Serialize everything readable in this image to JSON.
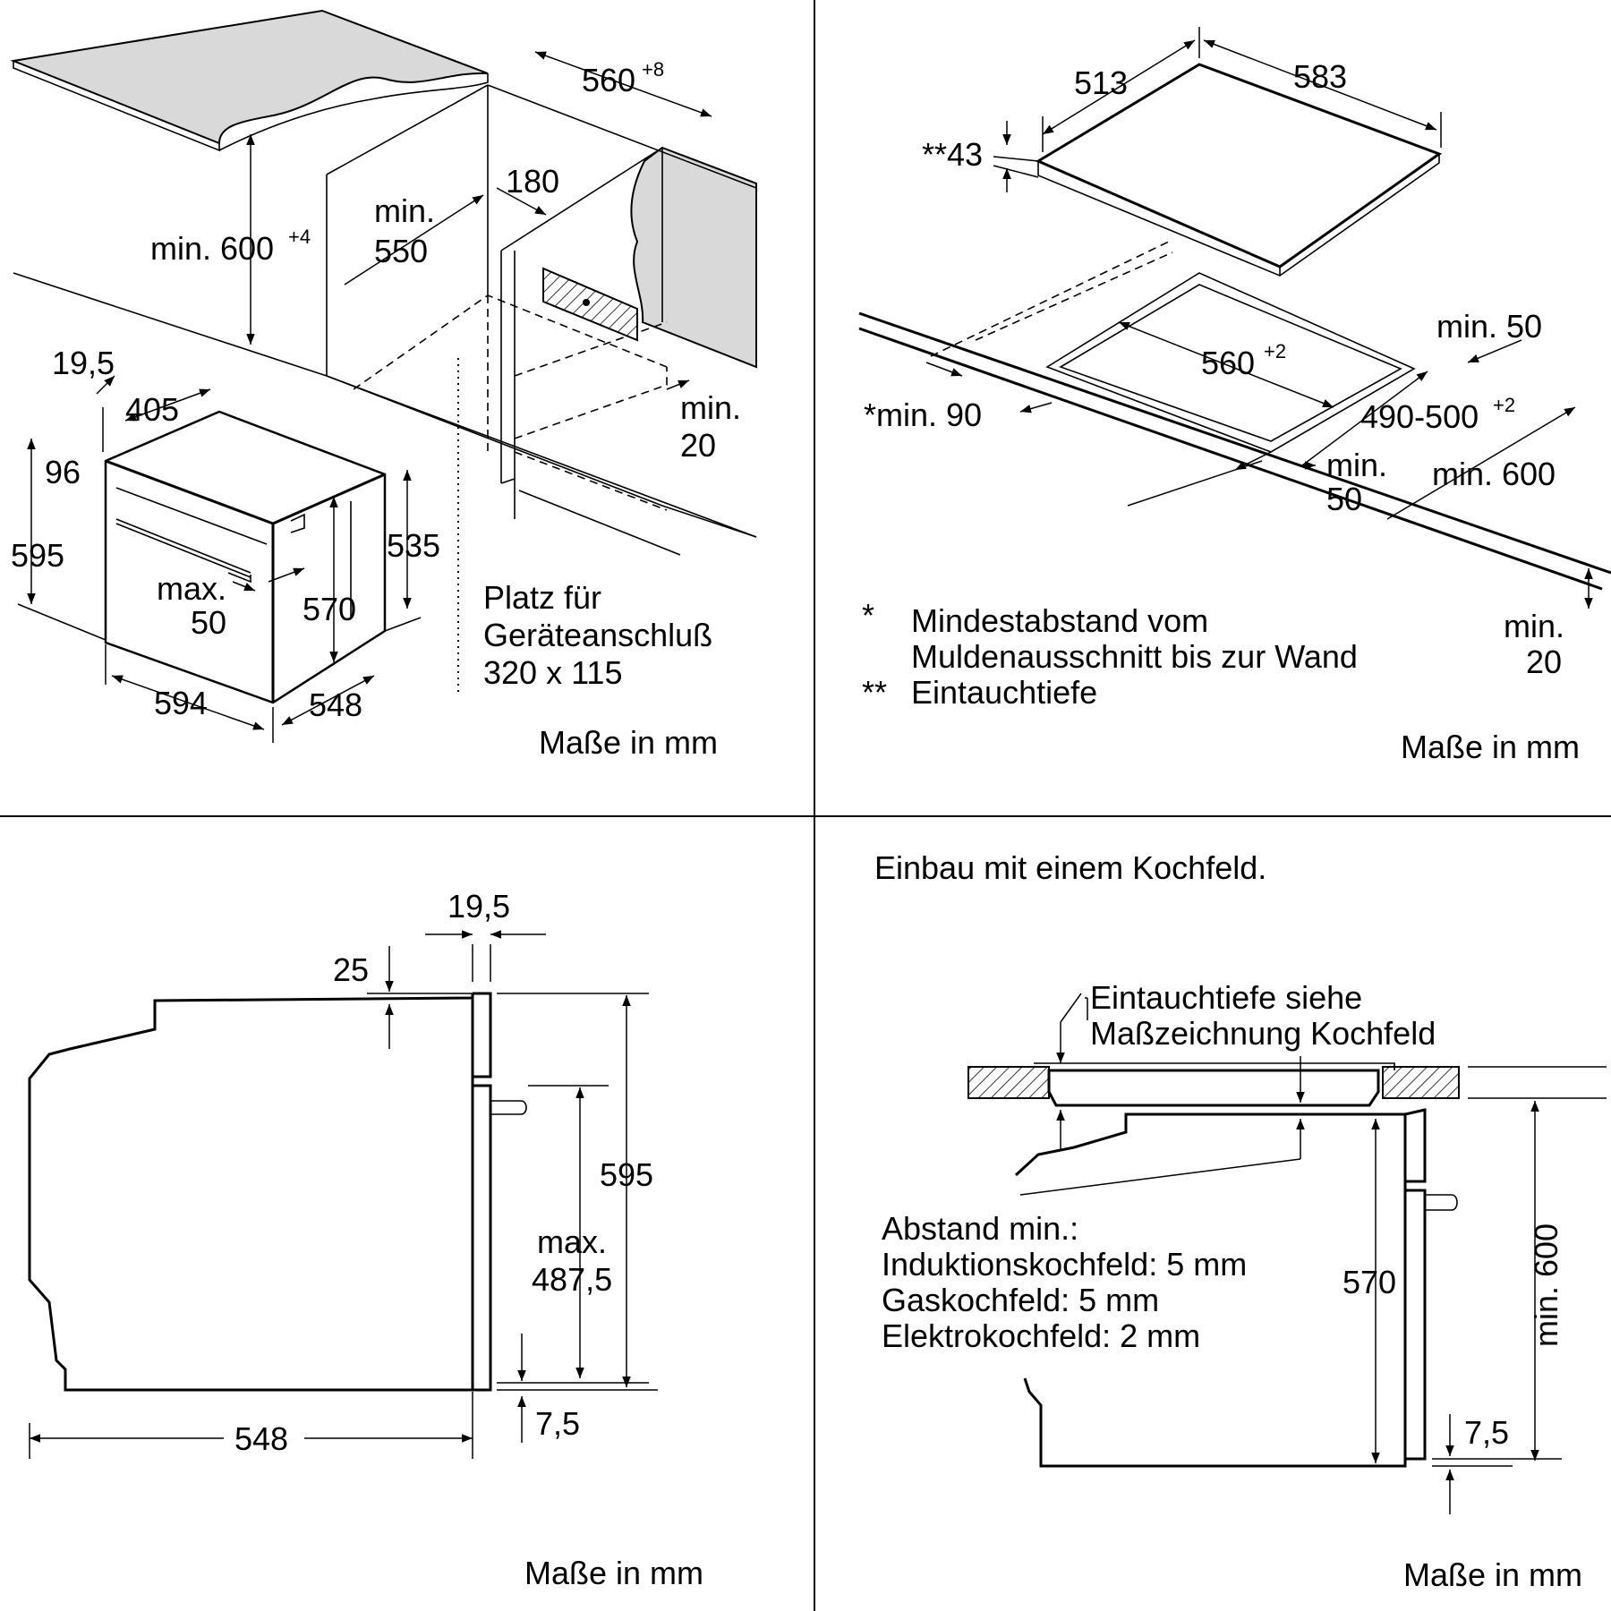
{
  "q1": {
    "d_560": "560",
    "d_560_tol": "+8",
    "d_min600_a": "min. 600",
    "d_min600_tol": "+4",
    "d_min550_a": "min.",
    "d_min550_b": "550",
    "d_180": "180",
    "d_min20_a": "min.",
    "d_min20_b": "20",
    "d_19_5": "19,5",
    "d_405": "405",
    "d_96": "96",
    "d_595": "595",
    "d_max_a": "max.",
    "d_max_b": "50",
    "d_535": "535",
    "d_570": "570",
    "d_594": "594",
    "d_548": "548",
    "note_1": "Platz für",
    "note_2": "Geräteanschluß",
    "note_3": "320 x 115",
    "units": "Maße in mm"
  },
  "q2": {
    "d_513": "513",
    "d_583": "583",
    "d_43": "**43",
    "d_560": "560",
    "d_560_tol": "+2",
    "d_min50_top": "min. 50",
    "d_min90": "*min. 90",
    "d_490": "490-500",
    "d_490_tol": "+2",
    "d_min50_a": "min.",
    "d_min50_b": "50",
    "d_min600": "min. 600",
    "d_min20_a": "min.",
    "d_min20_b": "20",
    "fn1_mark": "*",
    "fn1_1": "Mindestabstand vom",
    "fn1_2": "Muldenausschnitt bis zur Wand",
    "fn2_mark": "**",
    "fn2": "Eintauchtiefe",
    "units": "Maße in mm"
  },
  "q3": {
    "d_19_5": "19,5",
    "d_25": "25",
    "d_595": "595",
    "d_max_a": "max.",
    "d_max_b": "487,5",
    "d_548": "548",
    "d_7_5": "7,5",
    "units": "Maße in mm"
  },
  "q4": {
    "title": "Einbau mit einem Kochfeld.",
    "note_1": "Eintauchtiefe siehe",
    "note_2": "Maßzeichnung Kochfeld",
    "abstand": "Abstand min.:",
    "induktion": "Induktionskochfeld: 5 mm",
    "gas": "Gaskochfeld: 5 mm",
    "elektro": "Elektrokochfeld: 2 mm",
    "d_570": "570",
    "d_min600": "min. 600",
    "d_7_5": "7,5",
    "units": "Maße in mm"
  }
}
